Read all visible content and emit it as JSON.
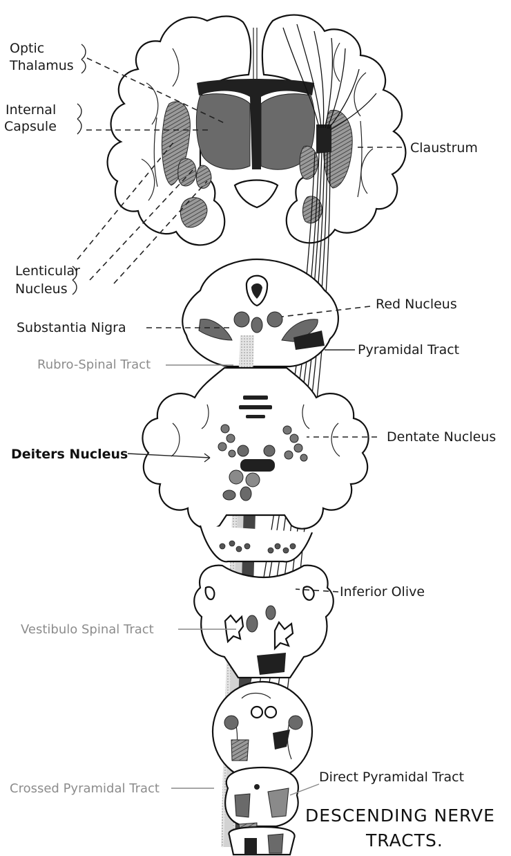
{
  "labels": {
    "optic_thalamus_line1": "Optic",
    "optic_thalamus_line2": "Thalamus",
    "internal_capsule_line1": "Internal",
    "internal_capsule_line2": "Capsule",
    "claustrum": "Claustrum",
    "lenticular_line1": "Lenticular",
    "lenticular_line2": "Nucleus",
    "red_nucleus": "Red Nucleus",
    "substantia_nigra": "Substantia Nigra",
    "pyramidal_tract": "Pyramidal Tract",
    "rubro_spinal_tract": "Rubro-Spinal Tract",
    "dentate_nucleus": "Dentate Nucleus",
    "deiters_nucleus": "Deiters Nucleus",
    "inferior_olive": "Inferior Olive",
    "vestibulo_spinal_tract": "Vestibulo Spinal Tract",
    "crossed_pyramidal_tract": "Crossed Pyramidal Tract",
    "direct_pyramidal_tract": "Direct Pyramidal Tract"
  },
  "title": {
    "line1": "DESCENDING NERVE",
    "line2": "TRACTS."
  },
  "colors": {
    "ink": "#1a1a1a",
    "gray_label": "#8c8c8c",
    "nucleus_gray": "#6a6a6a",
    "tract_light": "#c9c9c9"
  }
}
